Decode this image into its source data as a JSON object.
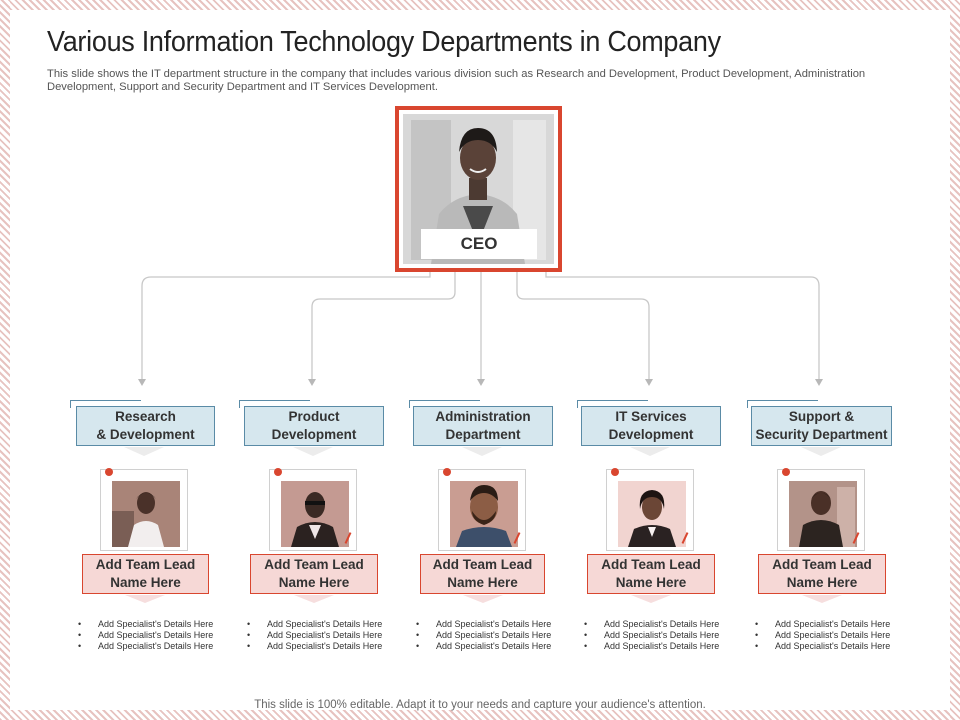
{
  "title": "Various Information Technology Departments in Company",
  "subtitle": "This slide shows the IT department structure in the company that includes various division such as Research and Development, Product Development, Administration Development, Support and Security Department and IT Services Development.",
  "ceo": {
    "label": "CEO"
  },
  "departments": [
    {
      "line1": "Research",
      "line2": "& Development",
      "lead1": "Add Team Lead",
      "lead2": "Name Here",
      "details": [
        "Add Specialist's Details Here",
        "Add Specialist's Details Here",
        "Add Specialist's Details Here"
      ]
    },
    {
      "line1": "Product",
      "line2": "Development",
      "lead1": "Add Team Lead",
      "lead2": "Name Here",
      "details": [
        "Add Specialist's Details Here",
        "Add Specialist's Details Here",
        "Add Specialist's Details Here"
      ]
    },
    {
      "line1": "Administration",
      "line2": "Department",
      "lead1": "Add Team Lead",
      "lead2": "Name Here",
      "details": [
        "Add Specialist's Details Here",
        "Add Specialist's Details Here",
        "Add Specialist's Details Here"
      ]
    },
    {
      "line1": "IT Services",
      "line2": "Development",
      "lead1": "Add Team Lead",
      "lead2": "Name Here",
      "details": [
        "Add Specialist's Details Here",
        "Add Specialist's Details Here",
        "Add Specialist's Details Here"
      ]
    },
    {
      "line1": "Support &",
      "line2": "Security Department",
      "lead1": "Add Team Lead",
      "lead2": "Name Here",
      "details": [
        "Add Specialist's Details Here",
        "Add Specialist's Details Here",
        "Add Specialist's Details Here"
      ]
    }
  ],
  "footer": "This slide is 100% editable. Adapt it to your needs and capture your audience's attention.",
  "colors": {
    "accent": "#d9462f",
    "dept_fill": "#d6e7ee",
    "dept_border": "#5a8ba6",
    "lead_fill": "#f6d8d6"
  }
}
